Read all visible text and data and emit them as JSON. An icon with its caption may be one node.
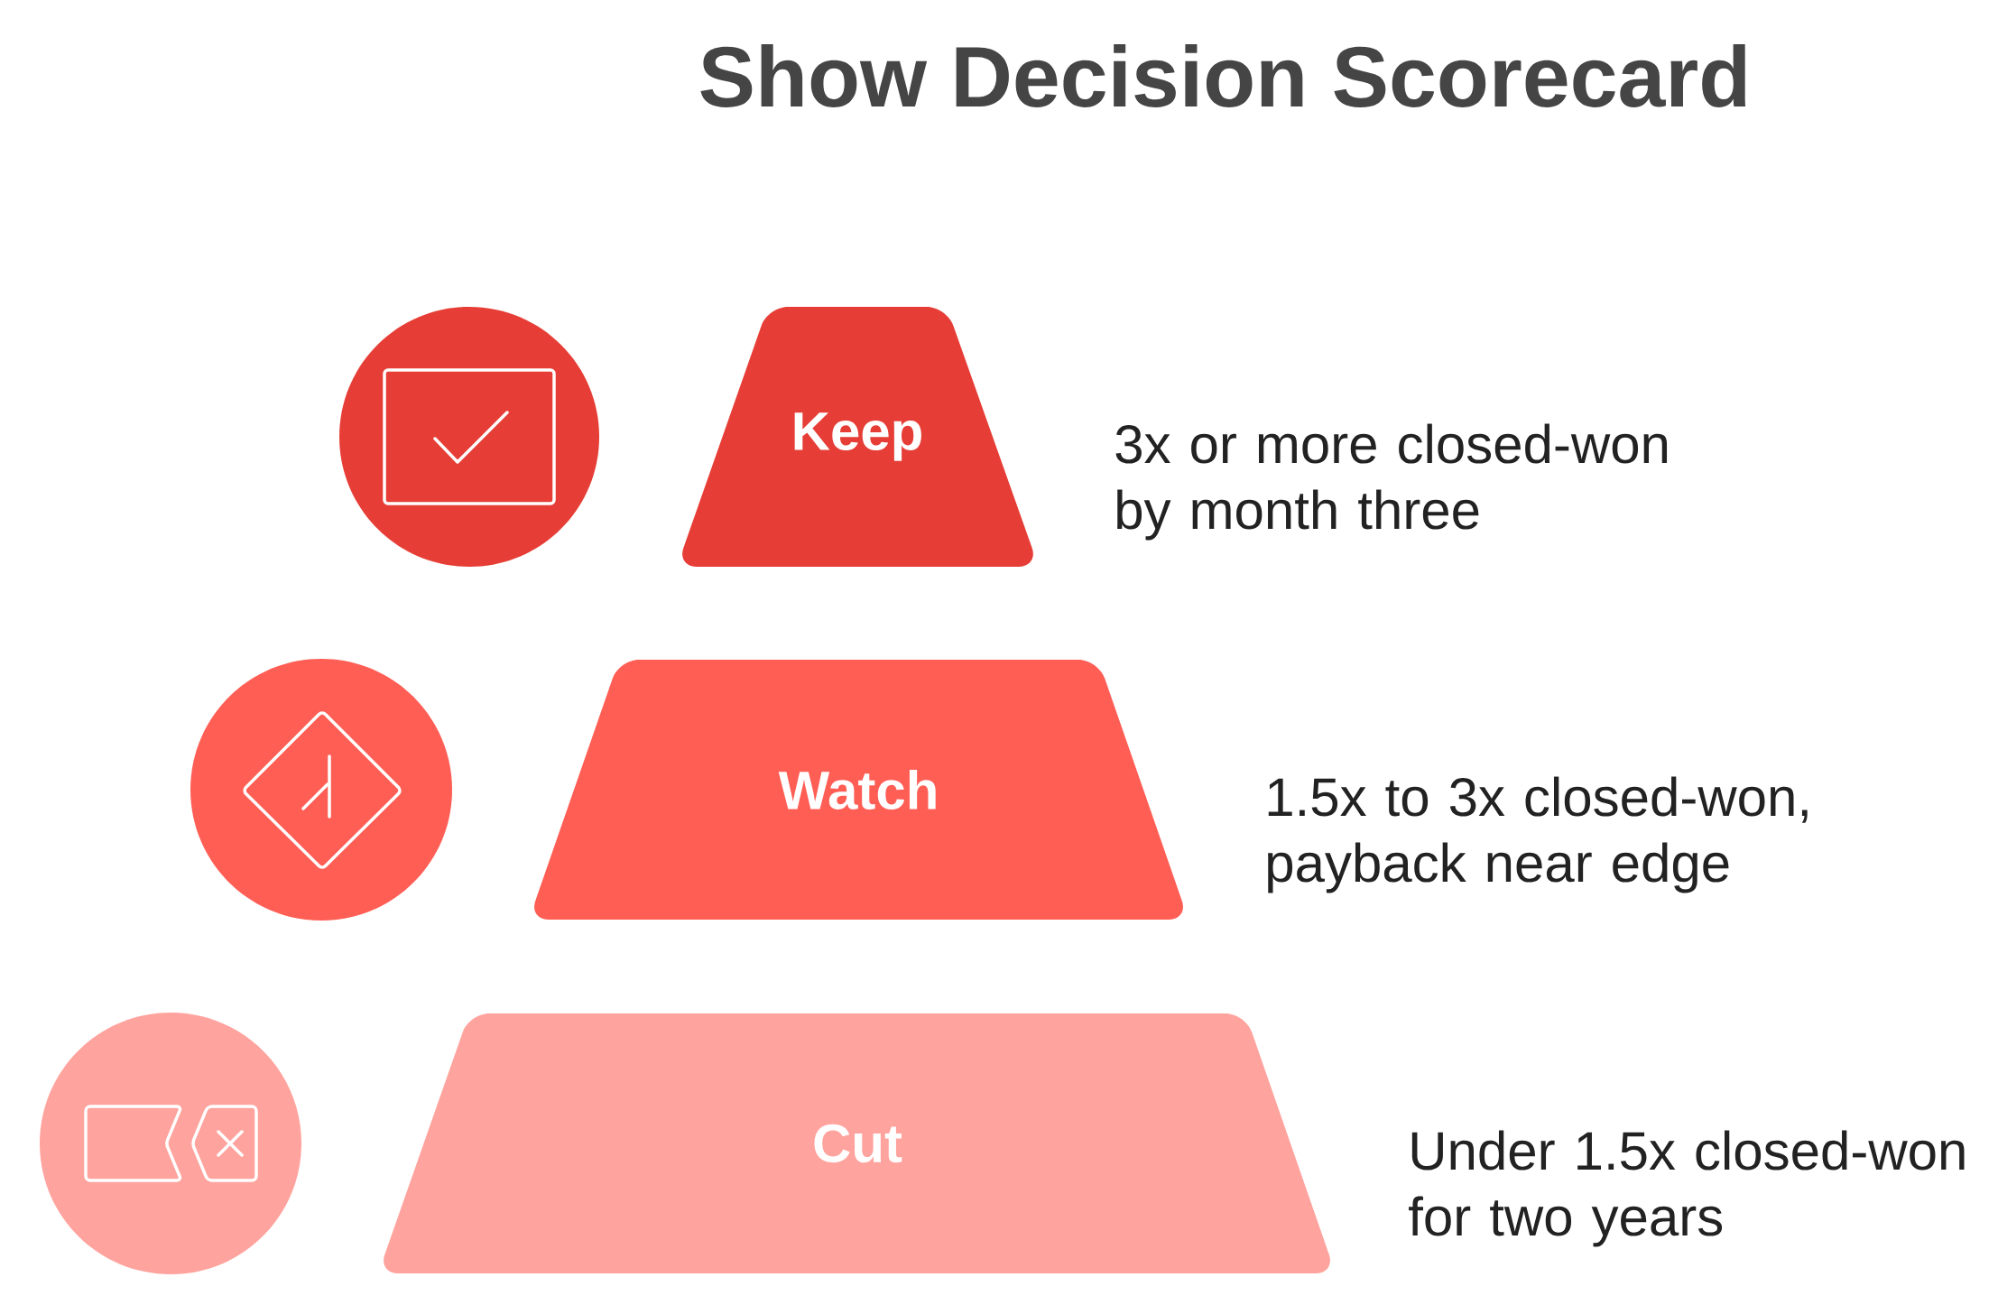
{
  "diagram": {
    "title": "Show Decision Scorecard",
    "nodes": [
      {
        "text": [
          "Keep"
        ],
        "beside": [
          "3x or more closed-won by month three"
        ]
      },
      {
        "text": [
          "Watch"
        ],
        "beside": [
          "1.5x to 3x closed-won, payback near edge"
        ]
      },
      {
        "text": [
          "Cut"
        ],
        "beside": [
          "Under 1.5x closed-won for two years"
        ]
      }
    ]
  }
}
